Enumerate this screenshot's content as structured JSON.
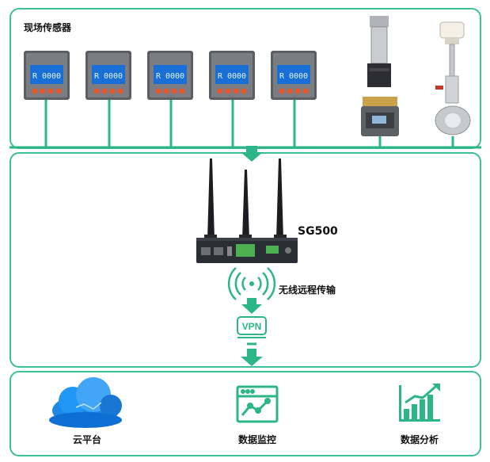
{
  "sensors": {
    "title": "现场传感器",
    "meter_reading": "R 0000"
  },
  "gateway": {
    "model": "SG500",
    "wireless_label": "无线远程传输",
    "vpn_label": "VPN"
  },
  "platform": {
    "items": [
      {
        "label": "云平台",
        "icon": "cloud-icon"
      },
      {
        "label": "数据监控",
        "icon": "monitor-chart-icon"
      },
      {
        "label": "数据分析",
        "icon": "bar-chart-icon"
      }
    ]
  },
  "colors": {
    "accent": "#3dbf9a",
    "line": "#2db58a",
    "device": "#2a2d33",
    "cloud": "#1e88e5"
  }
}
